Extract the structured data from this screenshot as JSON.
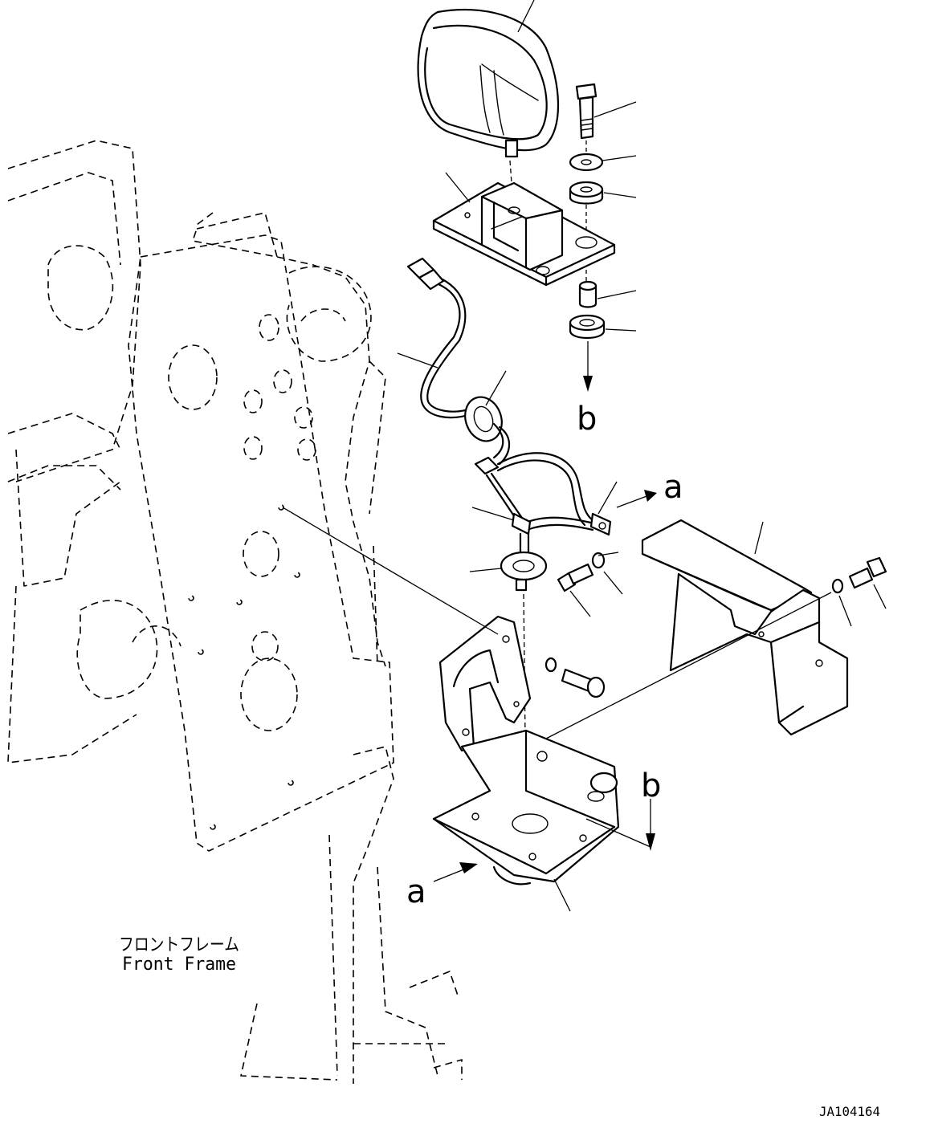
{
  "labels": {
    "frame_jp": "フロントフレーム",
    "frame_en": "Front Frame",
    "drawing_id": "JA104164"
  },
  "reference_marks": {
    "a_top": "a",
    "b_top": "b",
    "b_right": "b",
    "a_bottom": "a"
  }
}
